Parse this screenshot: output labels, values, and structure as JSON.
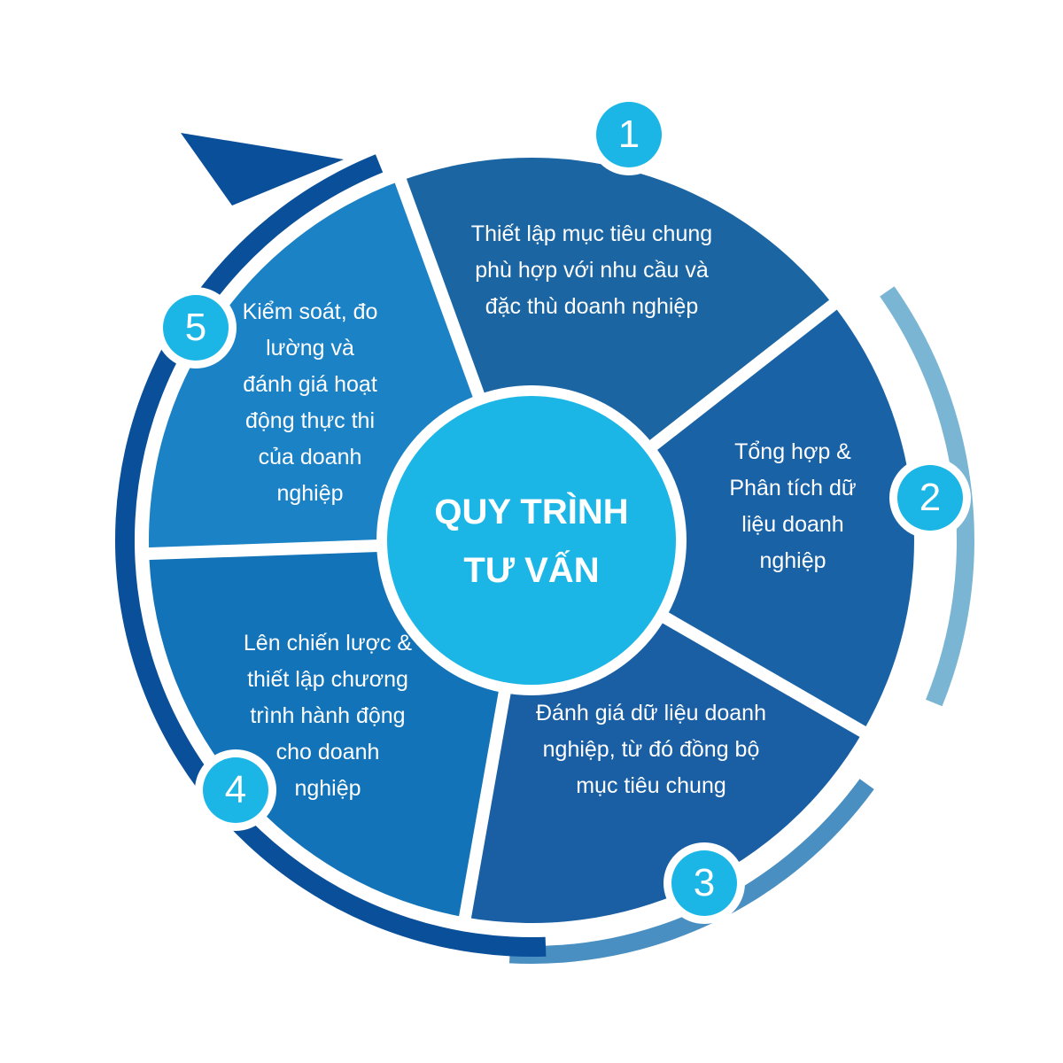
{
  "center_title": "QUY TRÌNH\nTƯ VẤN",
  "steps": [
    {
      "number": "1",
      "text": "Thiết lập mục tiêu chung\nphù hợp với nhu cầu và\nđặc thù doanh nghiệp"
    },
    {
      "number": "2",
      "text": "Tổng hợp &\nPhân tích dữ\nliệu doanh\nnghiệp"
    },
    {
      "number": "3",
      "text": "Đánh giá dữ liệu doanh\nnghiệp, từ đó đồng bộ\nmục tiêu chung"
    },
    {
      "number": "4",
      "text": "Lên chiến lược &\nthiết lập chương\ntrình hành động\ncho doanh\nnghiệp"
    },
    {
      "number": "5",
      "text": "Kiểm soát, đo\nlường và\nđánh giá hoạt\nđộng thực thi\ncủa doanh\nnghiệp"
    }
  ],
  "colors": {
    "segment_1": "#1b65a3",
    "segment_2": "#1a62a6",
    "segment_3": "#1a5fa4",
    "segment_4": "#1273b8",
    "segment_5": "#1c82c6",
    "center": "#1bb6e6",
    "badge": "#1bb6e6",
    "outer_arrow": "#0a4f99",
    "arc_right": "#7ab6d3",
    "arc_bottom": "#4a8fc1"
  }
}
